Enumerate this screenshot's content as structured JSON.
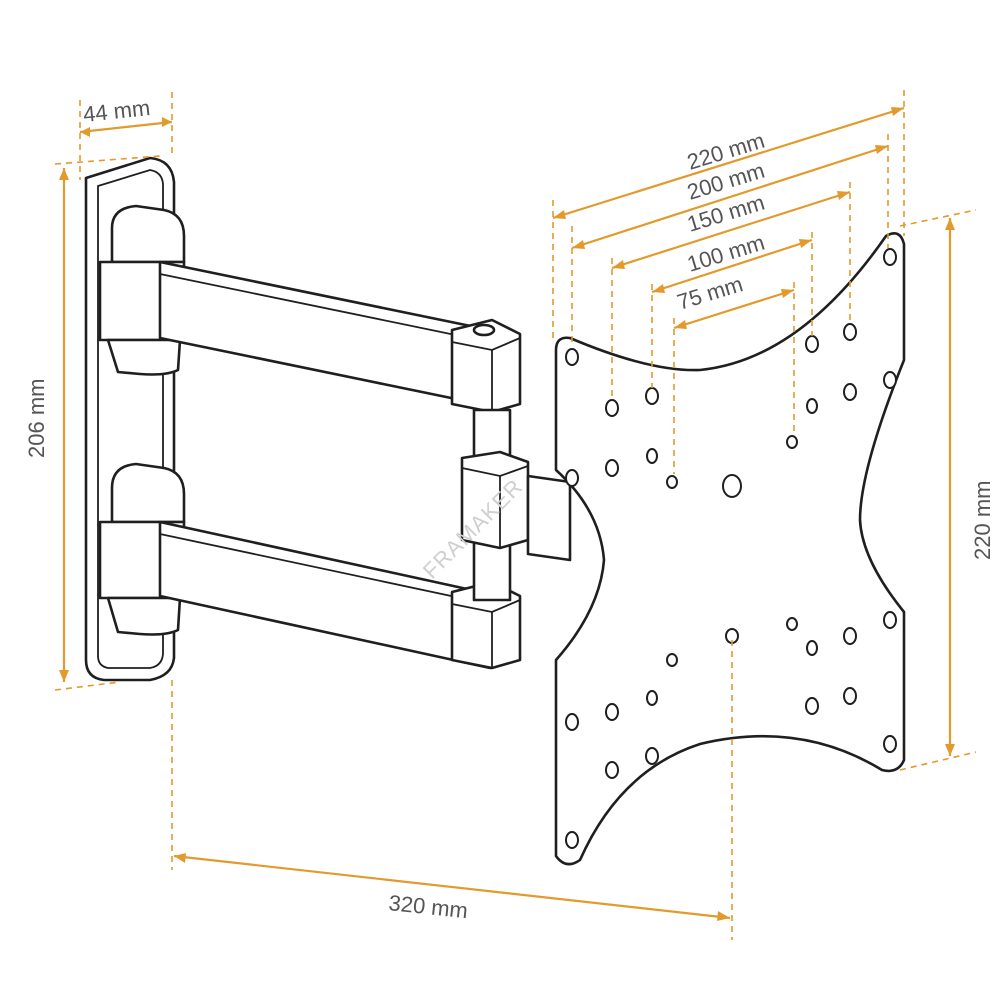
{
  "dimensions": {
    "wall_plate_depth": "44 mm",
    "wall_plate_height": "206 mm",
    "max_extension": "320 mm",
    "plate_height": "220 mm",
    "vesa_220": "220 mm",
    "vesa_200": "200 mm",
    "vesa_150": "150 mm",
    "vesa_100": "100 mm",
    "vesa_75": "75 mm"
  },
  "watermark": "FRAMAKER",
  "colors": {
    "dimension": "#e39a2d",
    "outline": "#1f1f1f",
    "text": "#555555"
  }
}
